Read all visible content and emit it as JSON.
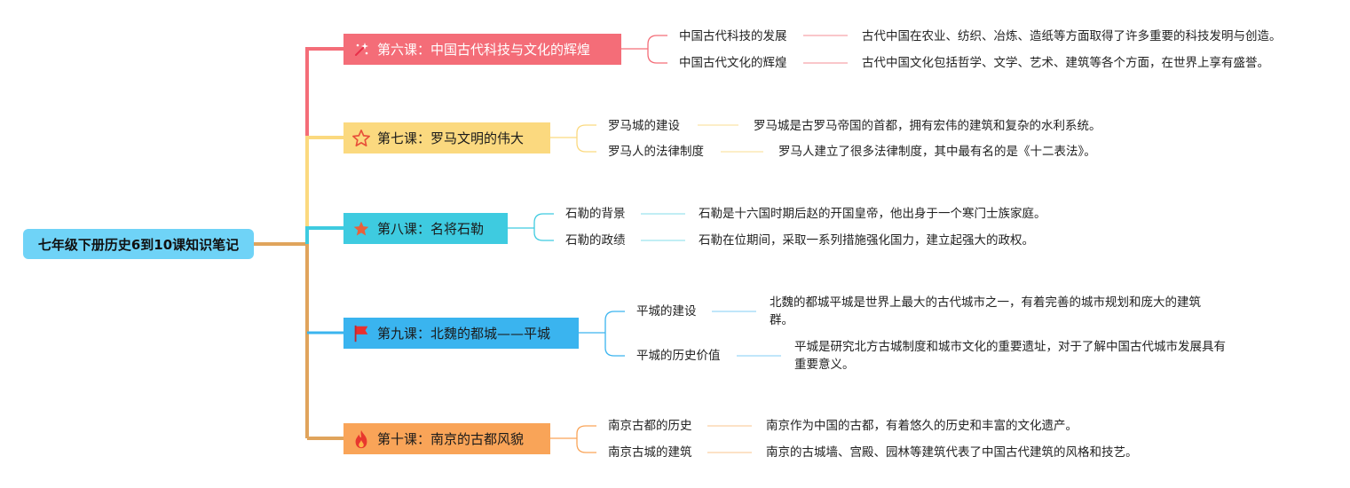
{
  "root": {
    "title": "七年级下册历史6到10课知识笔记"
  },
  "colors": {
    "root": "#6fd3f7",
    "l6": "#f46d78",
    "l7": "#fbd97f",
    "l8": "#3ecbe0",
    "l9": "#3ab4ef",
    "l10": "#f9a458",
    "trunk_bottom": "#e0a45c"
  },
  "lessons": [
    {
      "title": "第六课：中国古代科技与文化的辉煌",
      "icon": "sparkle-icon",
      "subs": [
        {
          "label": "中国古代科技的发展",
          "detail": "古代中国在农业、纺织、冶炼、造纸等方面取得了许多重要的科技发明与创造。"
        },
        {
          "label": "中国古代文化的辉煌",
          "detail": "古代中国文化包括哲学、文学、艺术、建筑等各个方面，在世界上享有盛誉。"
        }
      ]
    },
    {
      "title": "第七课：罗马文明的伟大",
      "icon": "star-outline-icon",
      "subs": [
        {
          "label": "罗马城的建设",
          "detail": "罗马城是古罗马帝国的首都，拥有宏伟的建筑和复杂的水利系统。"
        },
        {
          "label": "罗马人的法律制度",
          "detail": "罗马人建立了很多法律制度，其中最有名的是《十二表法》。"
        }
      ]
    },
    {
      "title": "第八课：名将石勒",
      "icon": "star-filled-icon",
      "subs": [
        {
          "label": "石勒的背景",
          "detail": "石勒是十六国时期后赵的开国皇帝，他出身于一个寒门士族家庭。"
        },
        {
          "label": "石勒的政绩",
          "detail": "石勒在位期间，采取一系列措施强化国力，建立起强大的政权。"
        }
      ]
    },
    {
      "title": "第九课：北魏的都城——平城",
      "icon": "flag-icon",
      "subs": [
        {
          "label": "平城的建设",
          "detail": "北魏的都城平城是世界上最大的古代城市之一，有着完善的城市规划和庞大的建筑群。"
        },
        {
          "label": "平城的历史价值",
          "detail": "平城是研究北方古城制度和城市文化的重要遗址，对于了解中国古代城市发展具有重要意义。"
        }
      ]
    },
    {
      "title": "第十课：南京的古都风貌",
      "icon": "fire-icon",
      "subs": [
        {
          "label": "南京古都的历史",
          "detail": "南京作为中国的古都，有着悠久的历史和丰富的文化遗产。"
        },
        {
          "label": "南京古城的建筑",
          "detail": "南京的古城墙、宫殿、园林等建筑代表了中国古代建筑的风格和技艺。"
        }
      ]
    }
  ]
}
